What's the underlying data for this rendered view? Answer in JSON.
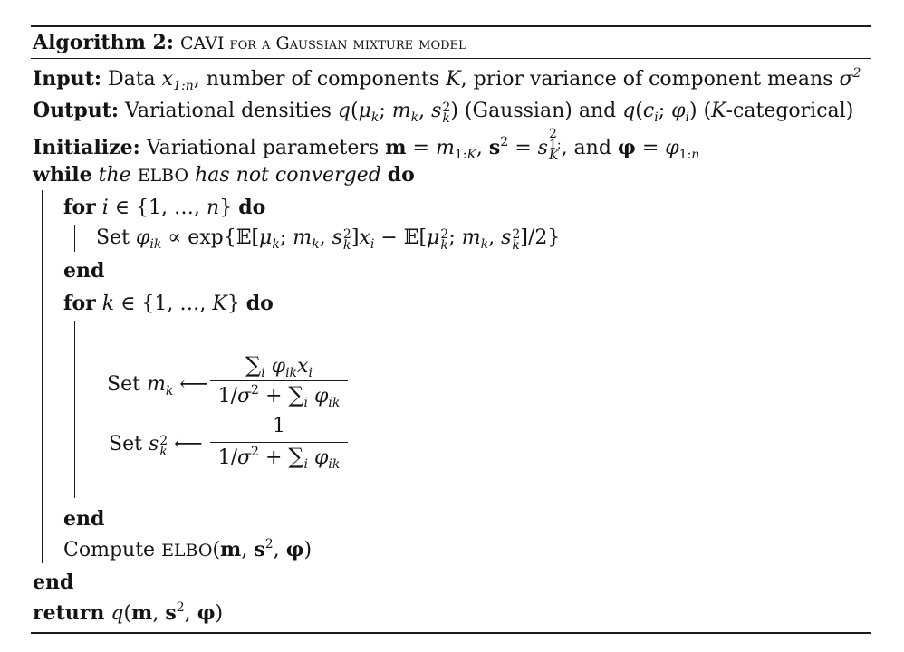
{
  "algorithm": {
    "label": "Algorithm 2:",
    "title": "CAVI for a Gaussian mixture model"
  },
  "input": {
    "keyword": "Input:",
    "text_a": "Data",
    "text_b": ", number of components",
    "text_c": ", prior variance of component means"
  },
  "output": {
    "keyword": "Output:",
    "text_a": "Variational densities",
    "text_b": "(Gaussian) and",
    "text_c": "(",
    "text_d": "-categorical)"
  },
  "initialize": {
    "keyword": "Initialize:",
    "text_a": "Variational parameters",
    "text_b": ", and"
  },
  "loop": {
    "while_kw": "while",
    "condition_a": "the",
    "elbo": "ELBO",
    "condition_b": "has not converged",
    "do_kw": "do",
    "for_kw": "for",
    "end_kw": "end",
    "set_kw": "Set",
    "compute_kw": "Compute",
    "return_kw": "return"
  }
}
